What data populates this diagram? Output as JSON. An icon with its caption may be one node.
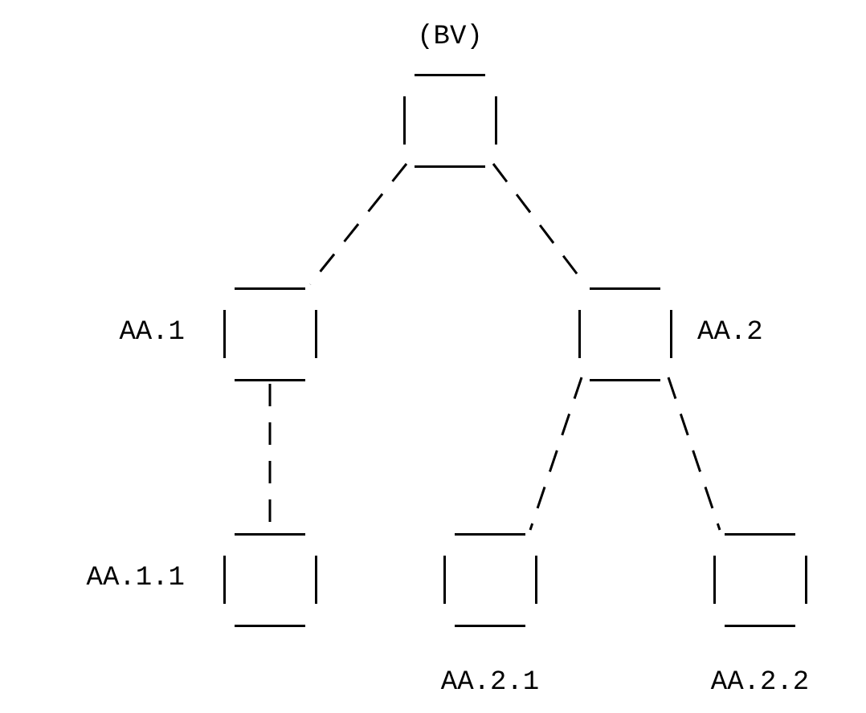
{
  "diagram": {
    "nodes": [
      {
        "text": [
          "(BV)"
        ]
      },
      {
        "text": [
          "AA.1"
        ]
      },
      {
        "text": [
          "AA.2"
        ]
      },
      {
        "text": [
          "AA.1.1"
        ]
      },
      {
        "text": [
          "AA.2.1"
        ]
      },
      {
        "text": [
          "AA.2.2"
        ]
      }
    ],
    "edges": [
      {
        "from": 0,
        "to": 1,
        "arrow": "none"
      },
      {
        "from": 0,
        "to": 2,
        "arrow": "none"
      },
      {
        "from": 1,
        "to": 3,
        "arrow": "none"
      },
      {
        "from": 2,
        "to": 4,
        "arrow": "none"
      },
      {
        "from": 2,
        "to": 5,
        "arrow": "none"
      }
    ]
  }
}
